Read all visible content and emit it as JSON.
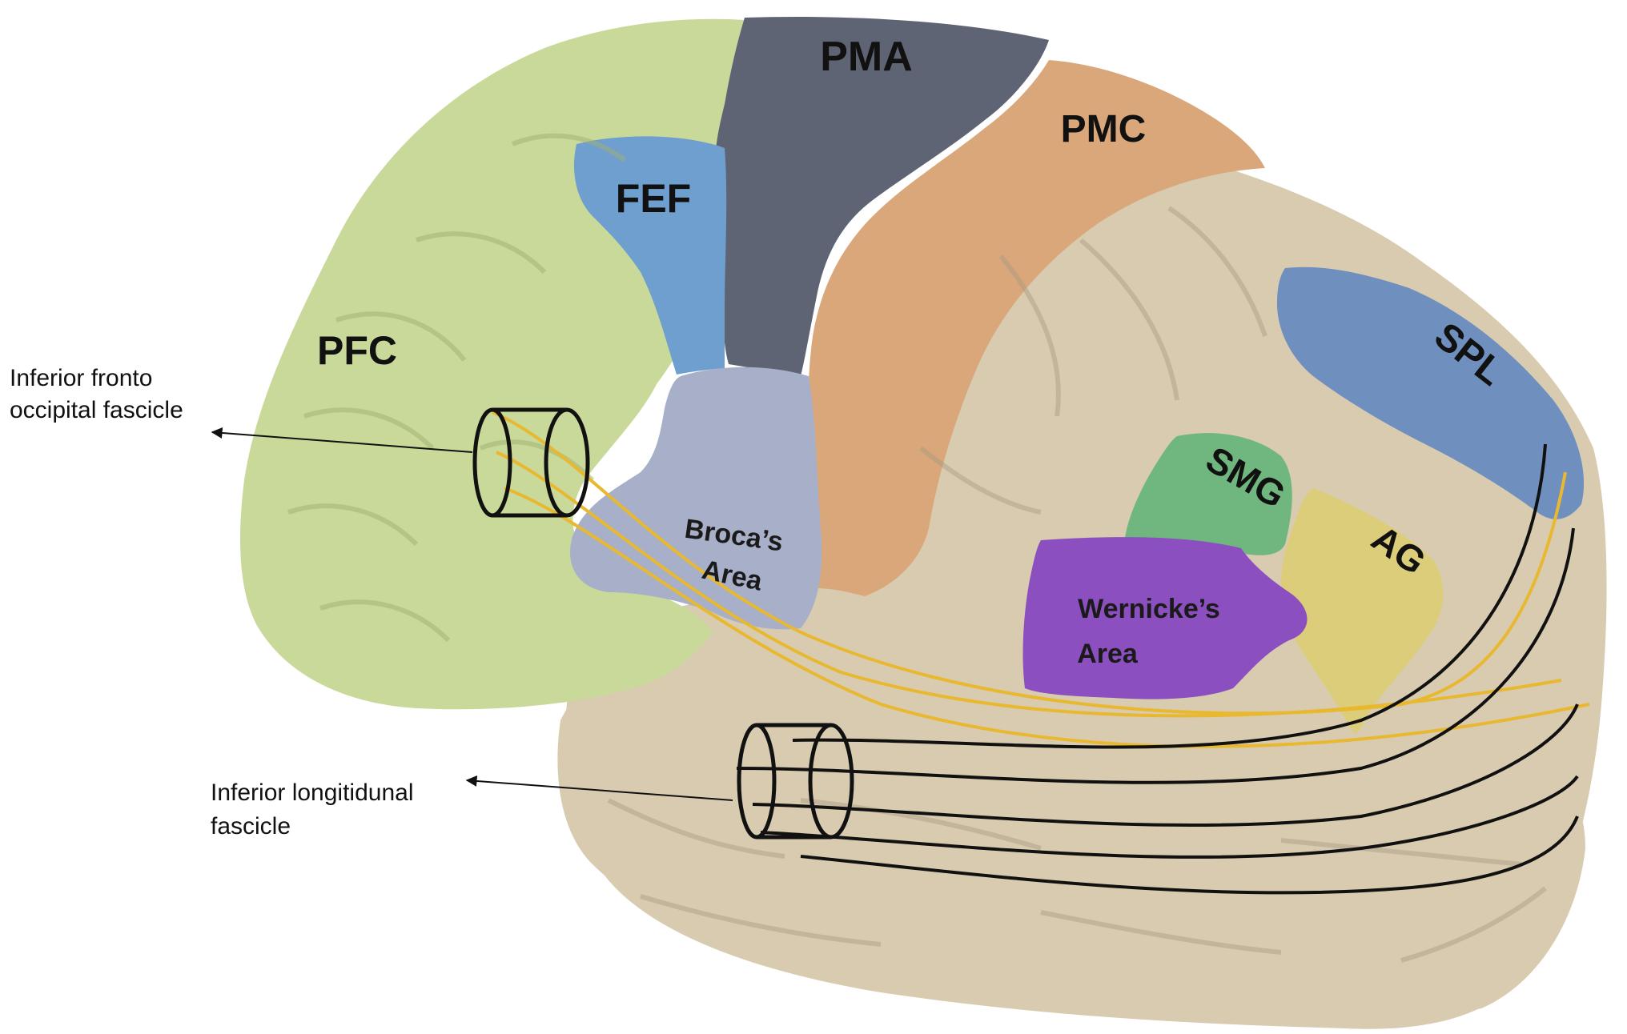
{
  "figure": {
    "regions": {
      "pma": "PMA",
      "pmc": "PMC",
      "fef": "FEF",
      "pfc": "PFC",
      "spl": "SPL",
      "smg": "SMG",
      "ag": "AG",
      "broca_line1": "Broca’s",
      "broca_line2": "Area",
      "wernicke_line1": "Wernicke’s",
      "wernicke_line2": "Area"
    },
    "callouts": {
      "ifof_line1": "Inferior fronto",
      "ifof_line2": "occipital fascicle",
      "ilf_line1": "Inferior longitidunal",
      "ilf_line2": "fascicle"
    },
    "colors": {
      "prefrontal": "#c9d99a",
      "premotor_area": "#5e6473",
      "primary_motor": "#d9a77a",
      "frontal_eye_field": "#6f9fcf",
      "broca": "#a7b0c8",
      "superior_parietal": "#6f8fbf",
      "supramarginal": "#6fb67f",
      "angular": "#dccd7a",
      "wernicke": "#8c4fc0",
      "cortex": "#d8cbb0",
      "ifof_tract": "#e8b830",
      "ilf_tract": "#111111"
    }
  }
}
